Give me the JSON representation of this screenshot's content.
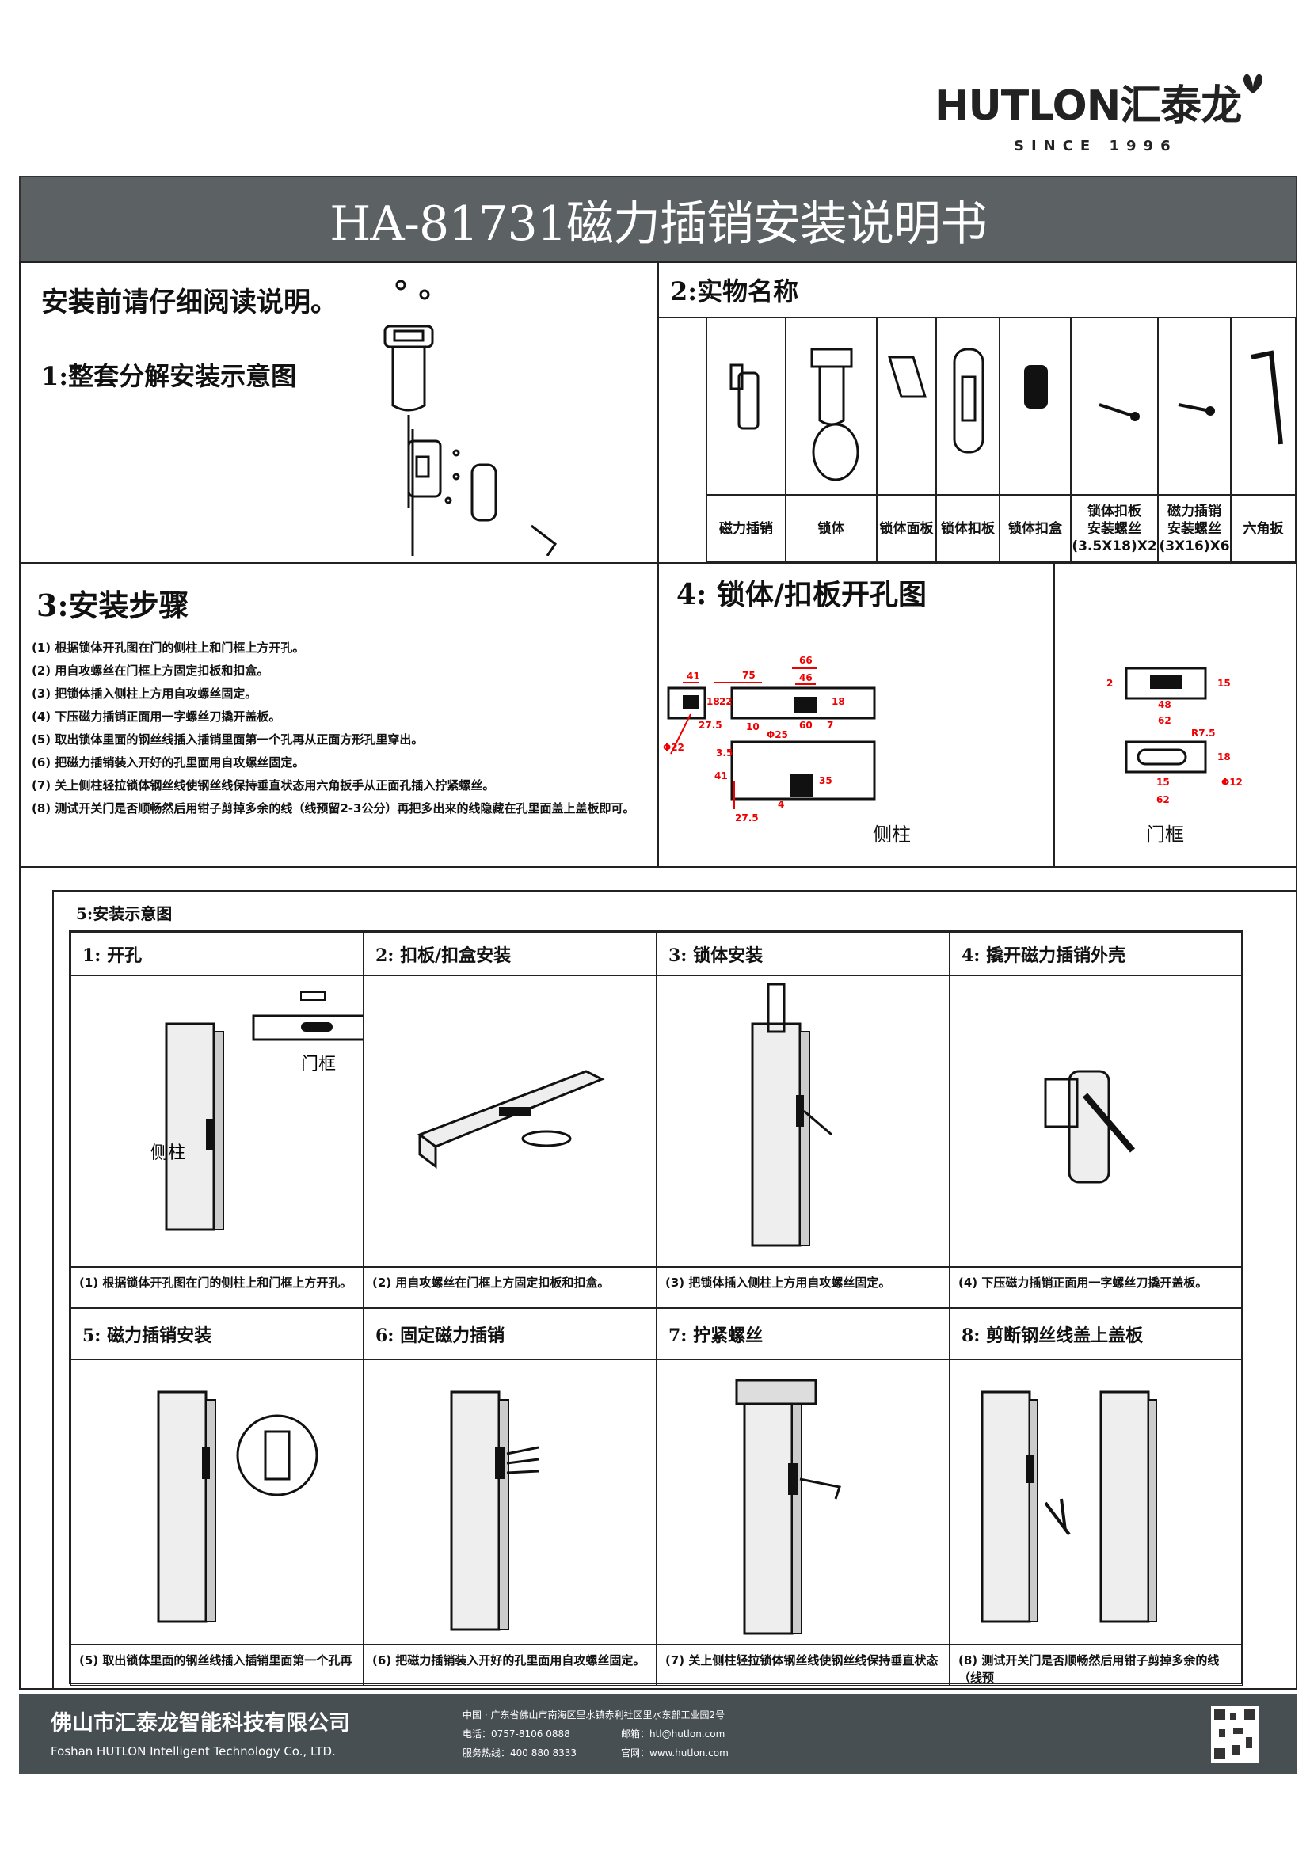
{
  "logo": {
    "brand": "HUTLON汇泰龙",
    "since": "SINCE 1996"
  },
  "title": "HA-81731磁力插销安装说明书",
  "intro": {
    "notice": "安装前请仔细阅读说明。",
    "section1": "1:整套分解安装示意图"
  },
  "parts": {
    "heading": "2:实物名称",
    "items": [
      {
        "label": "磁力插销"
      },
      {
        "label": "锁体"
      },
      {
        "label": "锁体面板"
      },
      {
        "label": "锁体扣板"
      },
      {
        "label": "锁体扣盒"
      },
      {
        "label": "锁体扣板安装螺丝",
        "spec": "(3.5X18)X2"
      },
      {
        "label": "磁力插销安装螺丝",
        "spec": "(3X16)X6"
      },
      {
        "label": "六角扳"
      }
    ]
  },
  "steps": {
    "heading": "3:安装步骤",
    "items": [
      "(1) 根据锁体开孔图在门的侧柱上和门框上方开孔。",
      "(2) 用自攻螺丝在门框上方固定扣板和扣盒。",
      "(3) 把锁体插入侧柱上方用自攻螺丝固定。",
      "(4) 下压磁力插销正面用一字螺丝刀撬开盖板。",
      "(5) 取出锁体里面的钢丝线插入插销里面第一个孔再从正面方形孔里穿出。",
      "(6) 把磁力插销装入开好的孔里面用自攻螺丝固定。",
      "(7) 关上侧柱轻拉锁体钢丝线使钢丝线保持垂直状态用六角扳手从正面孔插入拧紧螺丝。",
      "(8) 测试开关门是否顺畅然后用钳子剪掉多余的线（线预留2-3公分）再把多出来的线隐藏在孔里面盖上盖板即可。"
    ]
  },
  "drilling": {
    "heading": "4: 锁体/扣板开孔图",
    "side_label": "侧柱",
    "frame_label": "门框",
    "side_dims": [
      "41",
      "18",
      "27.5",
      "Φ22",
      "75",
      "22",
      "66",
      "46",
      "18",
      "10",
      "Φ25",
      "60",
      "7",
      "3.5",
      "41",
      "35",
      "27.5",
      "4"
    ],
    "frame_dims": [
      "2",
      "48",
      "15",
      "62",
      "R7.5",
      "18",
      "15",
      "62",
      "Φ12"
    ]
  },
  "diagram": {
    "heading": "5:安装示意图",
    "panels": [
      {
        "title": "1: 开孔",
        "caption": "(1) 根据锁体开孔图在门的侧柱上和门框上方开孔。",
        "labels": [
          "门框",
          "侧柱"
        ]
      },
      {
        "title": "2: 扣板/扣盒安装",
        "caption": "(2) 用自攻螺丝在门框上方固定扣板和扣盒。"
      },
      {
        "title": "3: 锁体安装",
        "caption": "(3) 把锁体插入侧柱上方用自攻螺丝固定。"
      },
      {
        "title": "4: 撬开磁力插销外壳",
        "caption": "(4) 下压磁力插销正面用一字螺丝刀撬开盖板。"
      },
      {
        "title": "5: 磁力插销安装",
        "caption": "(5) 取出锁体里面的钢丝线插入插销里面第一个孔再"
      },
      {
        "title": "6: 固定磁力插销",
        "caption": "(6) 把磁力插销装入开好的孔里面用自攻螺丝固定。"
      },
      {
        "title": "7: 拧紧螺丝",
        "caption": "(7) 关上侧柱轻拉锁体钢丝线使钢丝线保持垂直状态"
      },
      {
        "title": "8: 剪断钢丝线盖上盖板",
        "caption": "(8) 测试开关门是否顺畅然后用钳子剪掉多余的线（线预"
      }
    ]
  },
  "footer": {
    "company_cn": "佛山市汇泰龙智能科技有限公司",
    "company_en": "Foshan HUTLON Intelligent Technology Co., LTD.",
    "address": "中国 · 广东省佛山市南海区里水镇赤利社区里水东部工业园2号",
    "phone": "电话：0757-8106 0888",
    "email": "邮箱：htl@hutlon.com",
    "hotline": "服务热线：400 880 8333",
    "website": "官网：www.hutlon.com"
  }
}
